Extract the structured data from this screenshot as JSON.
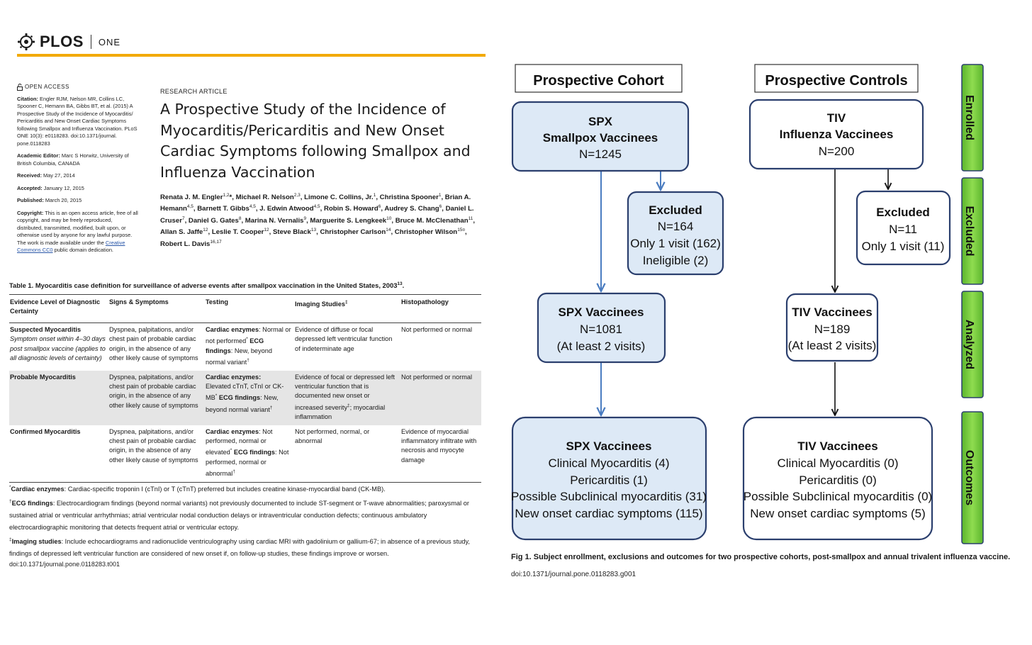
{
  "journal": {
    "name": "PLOS",
    "sub": "ONE",
    "accent": "#f2a900"
  },
  "sidebar": {
    "open_access": "OPEN ACCESS",
    "citation_label": "Citation:",
    "citation": "Engler RJM, Nelson MR, Collins LC, Spooner C, Hemann BA, Gibbs BT, et al. (2015) A Prospective Study of the Incidence of Myocarditis/ Pericarditis and New Onset Cardiac Symptoms following Smallpox and Influenza Vaccination. PLoS ONE 10(3): e0118283. doi:10.1371/journal. pone.0118283",
    "editor_label": "Academic Editor:",
    "editor": "Marc S Horwitz, University of British Columbia, CANADA",
    "received_label": "Received:",
    "received": "May 27, 2014",
    "accepted_label": "Accepted:",
    "accepted": "January 12, 2015",
    "published_label": "Published:",
    "published": "March 20, 2015",
    "copyright_label": "Copyright:",
    "copyright": "This is an open access article, free of all copyright, and may be freely reproduced, distributed, transmitted, modified, built upon, or otherwise used by anyone for any lawful purpose. The work is made available under the",
    "copyright_link": "Creative Commons CC0",
    "copyright_end": "public domain dedication."
  },
  "article": {
    "type": "RESEARCH ARTICLE",
    "title": "A Prospective Study of the Incidence of Myocarditis/Pericarditis and New Onset Cardiac Symptoms following Smallpox and Influenza Vaccination",
    "authors": [
      {
        "name": "Renata J. M. Engler",
        "sup": "1,2",
        "sep": "*, "
      },
      {
        "name": "Michael R. Nelson",
        "sup": "2,3",
        "sep": ", "
      },
      {
        "name": "Limone C. Collins, Jr.",
        "sup": "1",
        "sep": ", "
      },
      {
        "name": "Christina Spooner",
        "sup": "1",
        "sep": ", "
      },
      {
        "name": "Brian A. Hemann",
        "sup": "4,5",
        "sep": ", "
      },
      {
        "name": "Barnett T. Gibbs",
        "sup": "4,5",
        "sep": ", "
      },
      {
        "name": "J. Edwin Atwood",
        "sup": "4,5",
        "sep": ", "
      },
      {
        "name": "Robin S. Howard",
        "sup": "6",
        "sep": ", "
      },
      {
        "name": "Audrey S. Chang",
        "sup": "6",
        "sep": ", "
      },
      {
        "name": "Daniel L. Cruser",
        "sup": "7",
        "sep": ", "
      },
      {
        "name": "Daniel G. Gates",
        "sup": "8",
        "sep": ", "
      },
      {
        "name": "Marina N. Vernalis",
        "sup": "9",
        "sep": ", "
      },
      {
        "name": "Marguerite S. Lengkeek",
        "sup": "10",
        "sep": ", "
      },
      {
        "name": "Bruce M. McClenathan",
        "sup": "11",
        "sep": ", "
      },
      {
        "name": "Allan S. Jaffe",
        "sup": "12",
        "sep": ", "
      },
      {
        "name": "Leslie T. Cooper",
        "sup": "12",
        "sep": ", "
      },
      {
        "name": "Steve Black",
        "sup": "13",
        "sep": ", "
      },
      {
        "name": "Christopher Carlson",
        "sup": "14",
        "sep": ", "
      },
      {
        "name": "Christopher Wilson",
        "sup": "15¤",
        "sep": ", "
      },
      {
        "name": "Robert L. Davis",
        "sup": "16,17",
        "sep": ""
      }
    ]
  },
  "table": {
    "caption": "Table 1. Myocarditis case definition for surveillance of adverse events after smallpox vaccination in the United States, 2003",
    "caption_sup": "13",
    "caption_end": ".",
    "headers": [
      "Evidence Level of Diagnostic Certainty",
      "Signs & Symptoms",
      "Testing",
      "Imaging Studies",
      "Histopathology"
    ],
    "imaging_sup": "‡",
    "rows": [
      {
        "level": "Suspected Myocarditis",
        "level_note": "Symptom onset within 4–30 days post smallpox vaccine (applies to all diagnostic levels of certainty)",
        "signs": "Dyspnea, palpitations, and/or chest pain of probable cardiac origin, in the absence of any other likely cause of symptoms",
        "testing_enz_label": "Cardiac enzymes",
        "testing_enz": ": Normal or not performed",
        "testing_ecg_label": "ECG findings",
        "testing_ecg": ": New, beyond normal variant",
        "imaging": "Evidence of diffuse or focal depressed left ventricular function of indeterminate age",
        "histo": "Not performed or normal"
      },
      {
        "level": "Probable Myocarditis",
        "signs": "Dyspnea, palpitations, and/or chest pain of probable cardiac origin, in the absence of any other likely cause of symptoms",
        "testing_enz_label": "Cardiac enzymes:",
        "testing_enz": "Elevated cTnT, cTnI or CK-MB",
        "testing_ecg_label": "ECG findings",
        "testing_ecg": ": New, beyond normal variant",
        "imaging": "Evidence of focal or depressed left ventricular function that is documented new onset or increased severity",
        "imaging_end": "; myocardial inflammation",
        "histo": "Not performed or normal"
      },
      {
        "level": "Confirmed Myocarditis",
        "signs": "Dyspnea, palpitations, and/or chest pain of probable cardiac origin, in the absence of any other likely cause of symptoms",
        "testing_enz_label": "Cardiac enzymes",
        "testing_enz": ": Not performed, normal or elevated",
        "testing_ecg_label": "ECG findings",
        "testing_ecg": ": Not performed, normal or abnormal",
        "imaging": "Not performed, normal, or abnormal",
        "histo": "Evidence of myocardial inflammatory infiltrate with necrosis and myocyte damage"
      }
    ],
    "footnotes": {
      "enz_label": "Cardiac enzymes",
      "enz": ": Cardiac-specific troponin I (cTnI) or T (cTnT) preferred but includes creatine kinase-myocardial band (CK-MB).",
      "ecg_label": "ECG findings",
      "ecg": ": Electrocardiogram findings (beyond normal variants) not previously documented to include ST-segment or T-wave abnormalities; paroxysmal or sustained atrial or ventricular arrhythmias; atrial ventricular nodal conduction delays or intraventricular conduction defects; continuous ambulatory electrocardiographic monitoring that detects frequent atrial or ventricular ectopy.",
      "img_label": "Imaging studies",
      "img": ": Include echocardiograms and radionuclide ventriculography using cardiac MRI with gadolinium or gallium-67; in absence of a previous study, findings of depressed left ventricular function are considered of new onset if, on follow-up studies, these findings improve or worsen."
    },
    "doi": "doi:10.1371/journal.pone.0118283.t001"
  },
  "figure": {
    "headers": {
      "cohort": "Prospective Cohort",
      "controls": "Prospective Controls"
    },
    "stages": [
      "Enrolled",
      "Excluded",
      "Analyzed",
      "Outcomes"
    ],
    "colors": {
      "blue_fill": "#dde9f6",
      "border": "#2b3f6e",
      "arrow_blue": "#4a7cc0",
      "stage_green": "#72c83a"
    },
    "cohort": {
      "enrolled": [
        "SPX",
        "Smallpox Vaccinees",
        "N=1245"
      ],
      "excluded": [
        "Excluded",
        "N=164",
        "Only 1 visit (162)",
        "Ineligible (2)"
      ],
      "analyzed": [
        "SPX Vaccinees",
        "N=1081",
        "(At least 2 visits)"
      ],
      "outcomes": [
        "SPX Vaccinees",
        "Clinical Myocarditis (4)",
        "Pericarditis (1)",
        "Possible Subclinical myocarditis (31)",
        "New onset cardiac symptoms (115)"
      ]
    },
    "controls": {
      "enrolled": [
        "TIV",
        "Influenza Vaccinees",
        "N=200"
      ],
      "excluded": [
        "Excluded",
        "N=11",
        "Only 1 visit (11)"
      ],
      "analyzed": [
        "TIV Vaccinees",
        "N=189",
        "(At least 2 visits)"
      ],
      "outcomes": [
        "TIV Vaccinees",
        "Clinical Myocarditis (0)",
        "Pericarditis (0)",
        "Possible Subclinical myocarditis (0)",
        "New onset cardiac symptoms (5)"
      ]
    },
    "caption": "Fig 1. Subject enrollment, exclusions and outcomes for two prospective cohorts, post-smallpox and annual trivalent influenza vaccine.",
    "doi": "doi:10.1371/journal.pone.0118283.g001"
  }
}
